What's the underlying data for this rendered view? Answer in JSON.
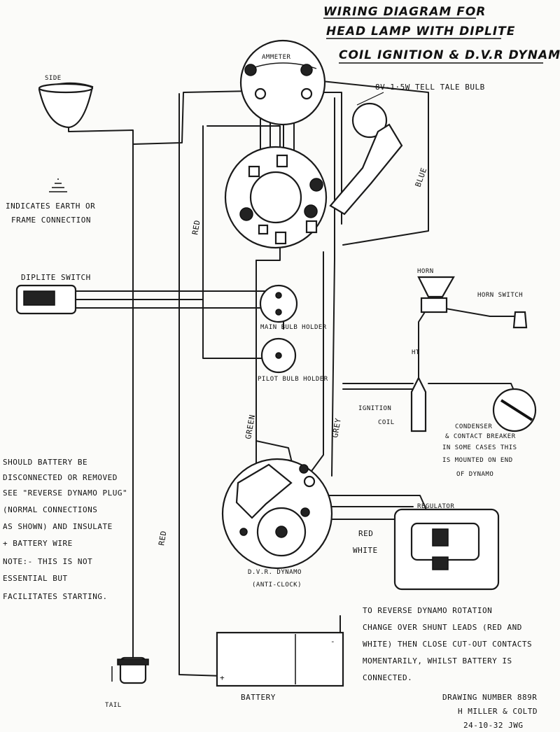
{
  "title": [
    "WIRING DIAGRAM   FOR",
    "HEAD LAMP WITH DIPLITE",
    "COIL IGNITION & D.V.R DYNAMO"
  ],
  "labels": {
    "ammeter": "AMMETER",
    "side": "SIDE",
    "tell_tale": "8V-1·5W TELL TALE BULB",
    "blue": "BLUE",
    "red_upper": "RED",
    "red_lower": "RED",
    "earth_legend": [
      "INDICATES EARTH OR",
      "FRAME CONNECTION"
    ],
    "diplite_switch": "DIPLITE SWITCH",
    "horn": "HORN",
    "horn_switch": "HORN SWITCH",
    "main_bulb": "MAIN BULB HOLDER",
    "pilot_bulb": "PILOT BULB HOLDER",
    "ht": "HT",
    "ignition_coil": [
      "IGNITION",
      "COIL"
    ],
    "green": "GREEN",
    "grey": "GREY",
    "condenser": [
      "CONDENSER",
      "& CONTACT BREAKER",
      "IN SOME CASES THIS",
      "IS MOUNTED ON END",
      "OF DYNAMO"
    ],
    "regulator": "REGULATOR",
    "red_lead": "RED",
    "white_lead": "WHITE",
    "dynamo": [
      "D.V.R. DYNAMO",
      "(ANTI-CLOCK)"
    ],
    "battery": "BATTERY",
    "tail": "TAIL"
  },
  "battery_note": [
    "SHOULD BATTERY BE",
    "DISCONNECTED OR REMOVED",
    "SEE \"REVERSE DYNAMO PLUG\"",
    "(NORMAL CONNECTIONS",
    "AS SHOWN) AND INSULATE",
    "+ BATTERY WIRE",
    "NOTE:- THIS IS NOT",
    "ESSENTIAL BUT",
    "FACILITATES STARTING."
  ],
  "reverse_note": [
    "TO REVERSE DYNAMO ROTATION",
    "CHANGE OVER SHUNT LEADS (RED AND",
    "WHITE) THEN CLOSE CUT-OUT CONTACTS",
    "MOMENTARILY, WHILST BATTERY IS",
    "CONNECTED."
  ],
  "drawing_info": [
    "DRAWING NUMBER 889R",
    "H MILLER & COLTD",
    "24-10-32  JWG"
  ]
}
